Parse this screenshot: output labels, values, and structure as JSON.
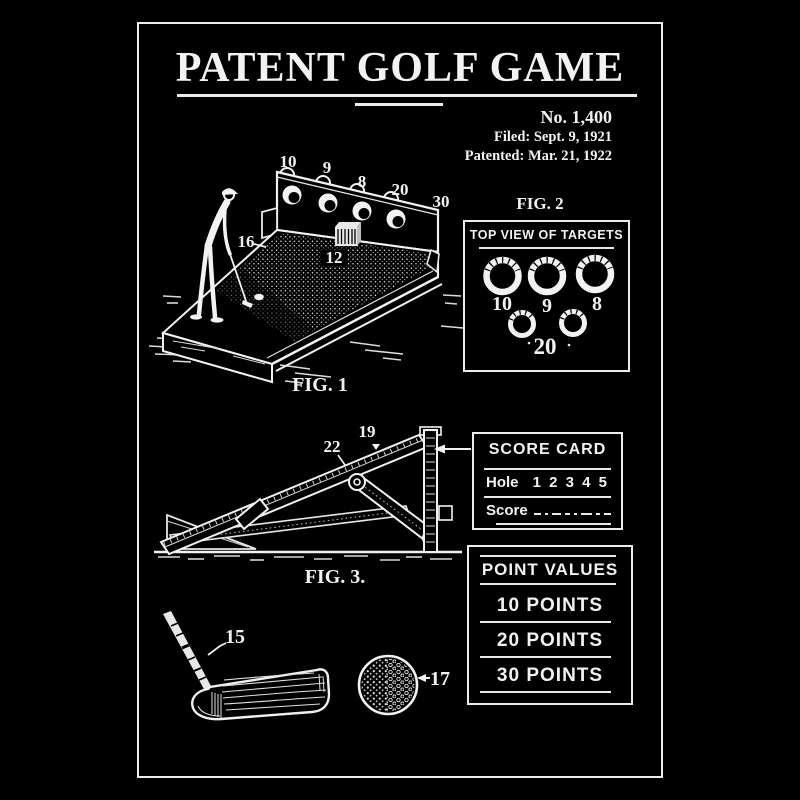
{
  "colors": {
    "background": "#000000",
    "ink": "#f2f2f2"
  },
  "header": {
    "title": "PATENT GOLF GAME",
    "patent_number": "No. 1,400",
    "filed": "Filed: Sept. 9, 1921",
    "patented": "Patented: Mar. 21, 1922"
  },
  "fig1": {
    "caption": "FIG. 1",
    "target_labels": {
      "first": "10",
      "second": "9",
      "third": "8",
      "fourth": "20",
      "fifth": "30"
    },
    "ramp_label": "16",
    "gate_label": "12"
  },
  "fig2": {
    "caption": "FIG. 2",
    "box_title": "TOP VIEW OF TARGETS",
    "upper_target_labels": [
      "10",
      "9",
      "8"
    ],
    "lower_target_label": "20"
  },
  "fig3": {
    "caption": "FIG. 3.",
    "beam_label": "22",
    "frame_label": "19"
  },
  "club": {
    "label": "15"
  },
  "ball": {
    "label": "17"
  },
  "score_card": {
    "title": "SCORE CARD",
    "hole_label": "Hole",
    "hole_numbers": [
      "1",
      "2",
      "3",
      "4",
      "5"
    ],
    "score_label": "Score"
  },
  "point_values": {
    "title": "POINT VALUES",
    "rows": [
      "10 POINTS",
      "20 POINTS",
      "30 POINTS"
    ]
  }
}
